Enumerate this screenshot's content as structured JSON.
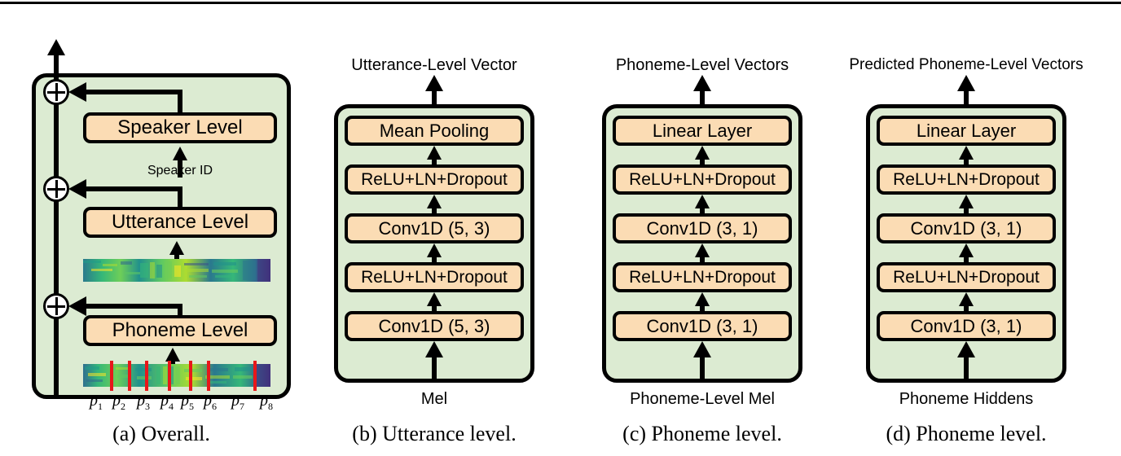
{
  "figure": {
    "panels": [
      {
        "id": "a",
        "caption": "(a) Overall.",
        "boxes": [
          {
            "name": "speaker-level",
            "label": "Speaker Level"
          },
          {
            "name": "utterance-level",
            "label": "Utterance Level"
          },
          {
            "name": "phoneme-level",
            "label": "Phoneme Level"
          }
        ],
        "labels": {
          "speaker_id": "Speaker ID"
        },
        "phonemes": [
          "p1",
          "p2",
          "p3",
          "p4",
          "p5",
          "p6",
          "p7",
          "p8"
        ],
        "phoneme_glyphs": [
          "p",
          "p",
          "p",
          "p",
          "p",
          "p",
          "p",
          "p"
        ],
        "phoneme_subscripts": [
          "1",
          "2",
          "3",
          "4",
          "5",
          "6",
          "7",
          "8"
        ]
      },
      {
        "id": "b",
        "caption": "(b) Utterance level.",
        "output_label": "Utterance-Level Vector",
        "input_label": "Mel",
        "boxes": [
          {
            "name": "mean-pooling",
            "label": "Mean Pooling"
          },
          {
            "name": "relu-ln-dropout-top",
            "label": "ReLU+LN+Dropout"
          },
          {
            "name": "conv1d-top",
            "label": "Conv1D (5, 3)"
          },
          {
            "name": "relu-ln-dropout-bottom",
            "label": "ReLU+LN+Dropout"
          },
          {
            "name": "conv1d-bottom",
            "label": "Conv1D (5, 3)"
          }
        ]
      },
      {
        "id": "c",
        "caption": "(c) Phoneme level.",
        "output_label": "Phoneme-Level Vectors",
        "input_label": "Phoneme-Level Mel",
        "boxes": [
          {
            "name": "linear-layer",
            "label": "Linear Layer"
          },
          {
            "name": "relu-ln-dropout-top",
            "label": "ReLU+LN+Dropout"
          },
          {
            "name": "conv1d-top",
            "label": "Conv1D (3, 1)"
          },
          {
            "name": "relu-ln-dropout-bottom",
            "label": "ReLU+LN+Dropout"
          },
          {
            "name": "conv1d-bottom",
            "label": "Conv1D (3, 1)"
          }
        ]
      },
      {
        "id": "d",
        "caption": "(d) Phoneme level.",
        "output_label": "Predicted Phoneme-Level Vectors",
        "input_label": "Phoneme Hiddens",
        "boxes": [
          {
            "name": "linear-layer",
            "label": "Linear Layer"
          },
          {
            "name": "relu-ln-dropout-top",
            "label": "ReLU+LN+Dropout"
          },
          {
            "name": "conv1d-top",
            "label": "Conv1D (3, 1)"
          },
          {
            "name": "relu-ln-dropout-bottom",
            "label": "ReLU+LN+Dropout"
          },
          {
            "name": "conv1d-bottom",
            "label": "Conv1D (3, 1)"
          }
        ]
      }
    ],
    "colors": {
      "group_fill": "#dcebd2",
      "box_fill": "#fbdcb4",
      "stroke": "#000000",
      "phoneme_divider": "#e8171a"
    }
  }
}
